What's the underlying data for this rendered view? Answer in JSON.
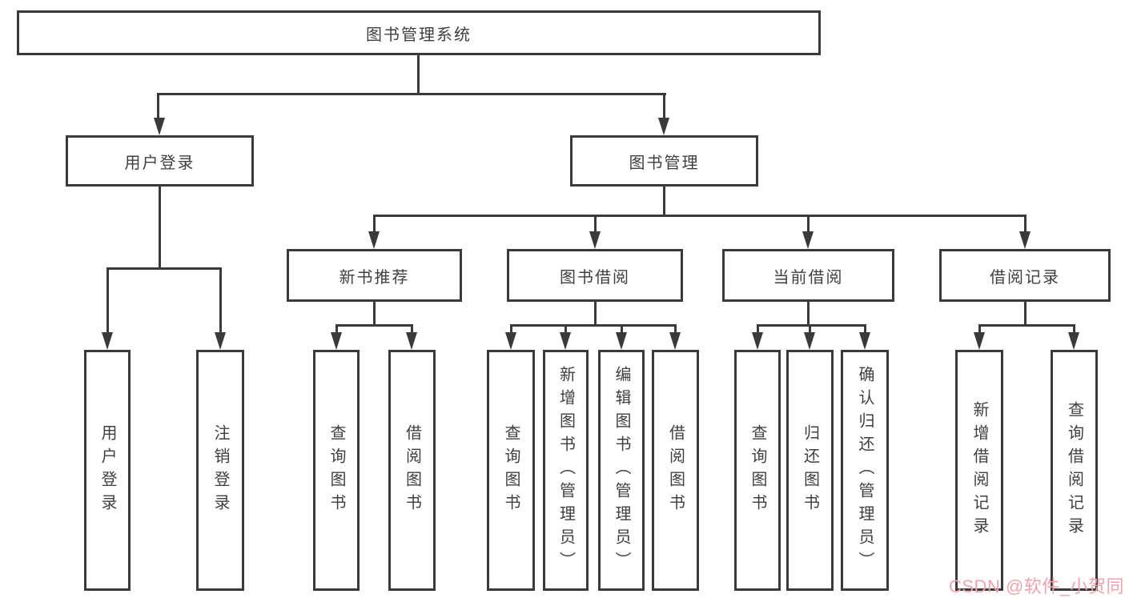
{
  "diagram": {
    "nodes": {
      "root": "图书管理系统",
      "user_login": "用户登录",
      "book_management": "图书管理",
      "new_book_recommend": "新书推荐",
      "book_borrowing": "图书借阅",
      "current_borrowing": "当前借阅",
      "borrowing_records": "借阅记录"
    },
    "leaves": {
      "user_login": [
        "用户登录",
        "注销登录"
      ],
      "new_book_recommend": [
        "查询图书",
        "借阅图书"
      ],
      "book_borrowing": [
        "查询图书",
        "新增图书（管理员）",
        "编辑图书（管理员）",
        "借阅图书"
      ],
      "current_borrowing": [
        "查询图书",
        "归还图书",
        "确认归还（管理员）"
      ],
      "borrowing_records": [
        "新增借阅记录",
        "查询借阅记录"
      ]
    },
    "watermark": "CSDN @软件_小贺同学",
    "colors": {
      "line": "#3a3a3a",
      "text": "#3f3f3f",
      "watermark": "#f0a3ad",
      "background": "#ffffff"
    }
  }
}
